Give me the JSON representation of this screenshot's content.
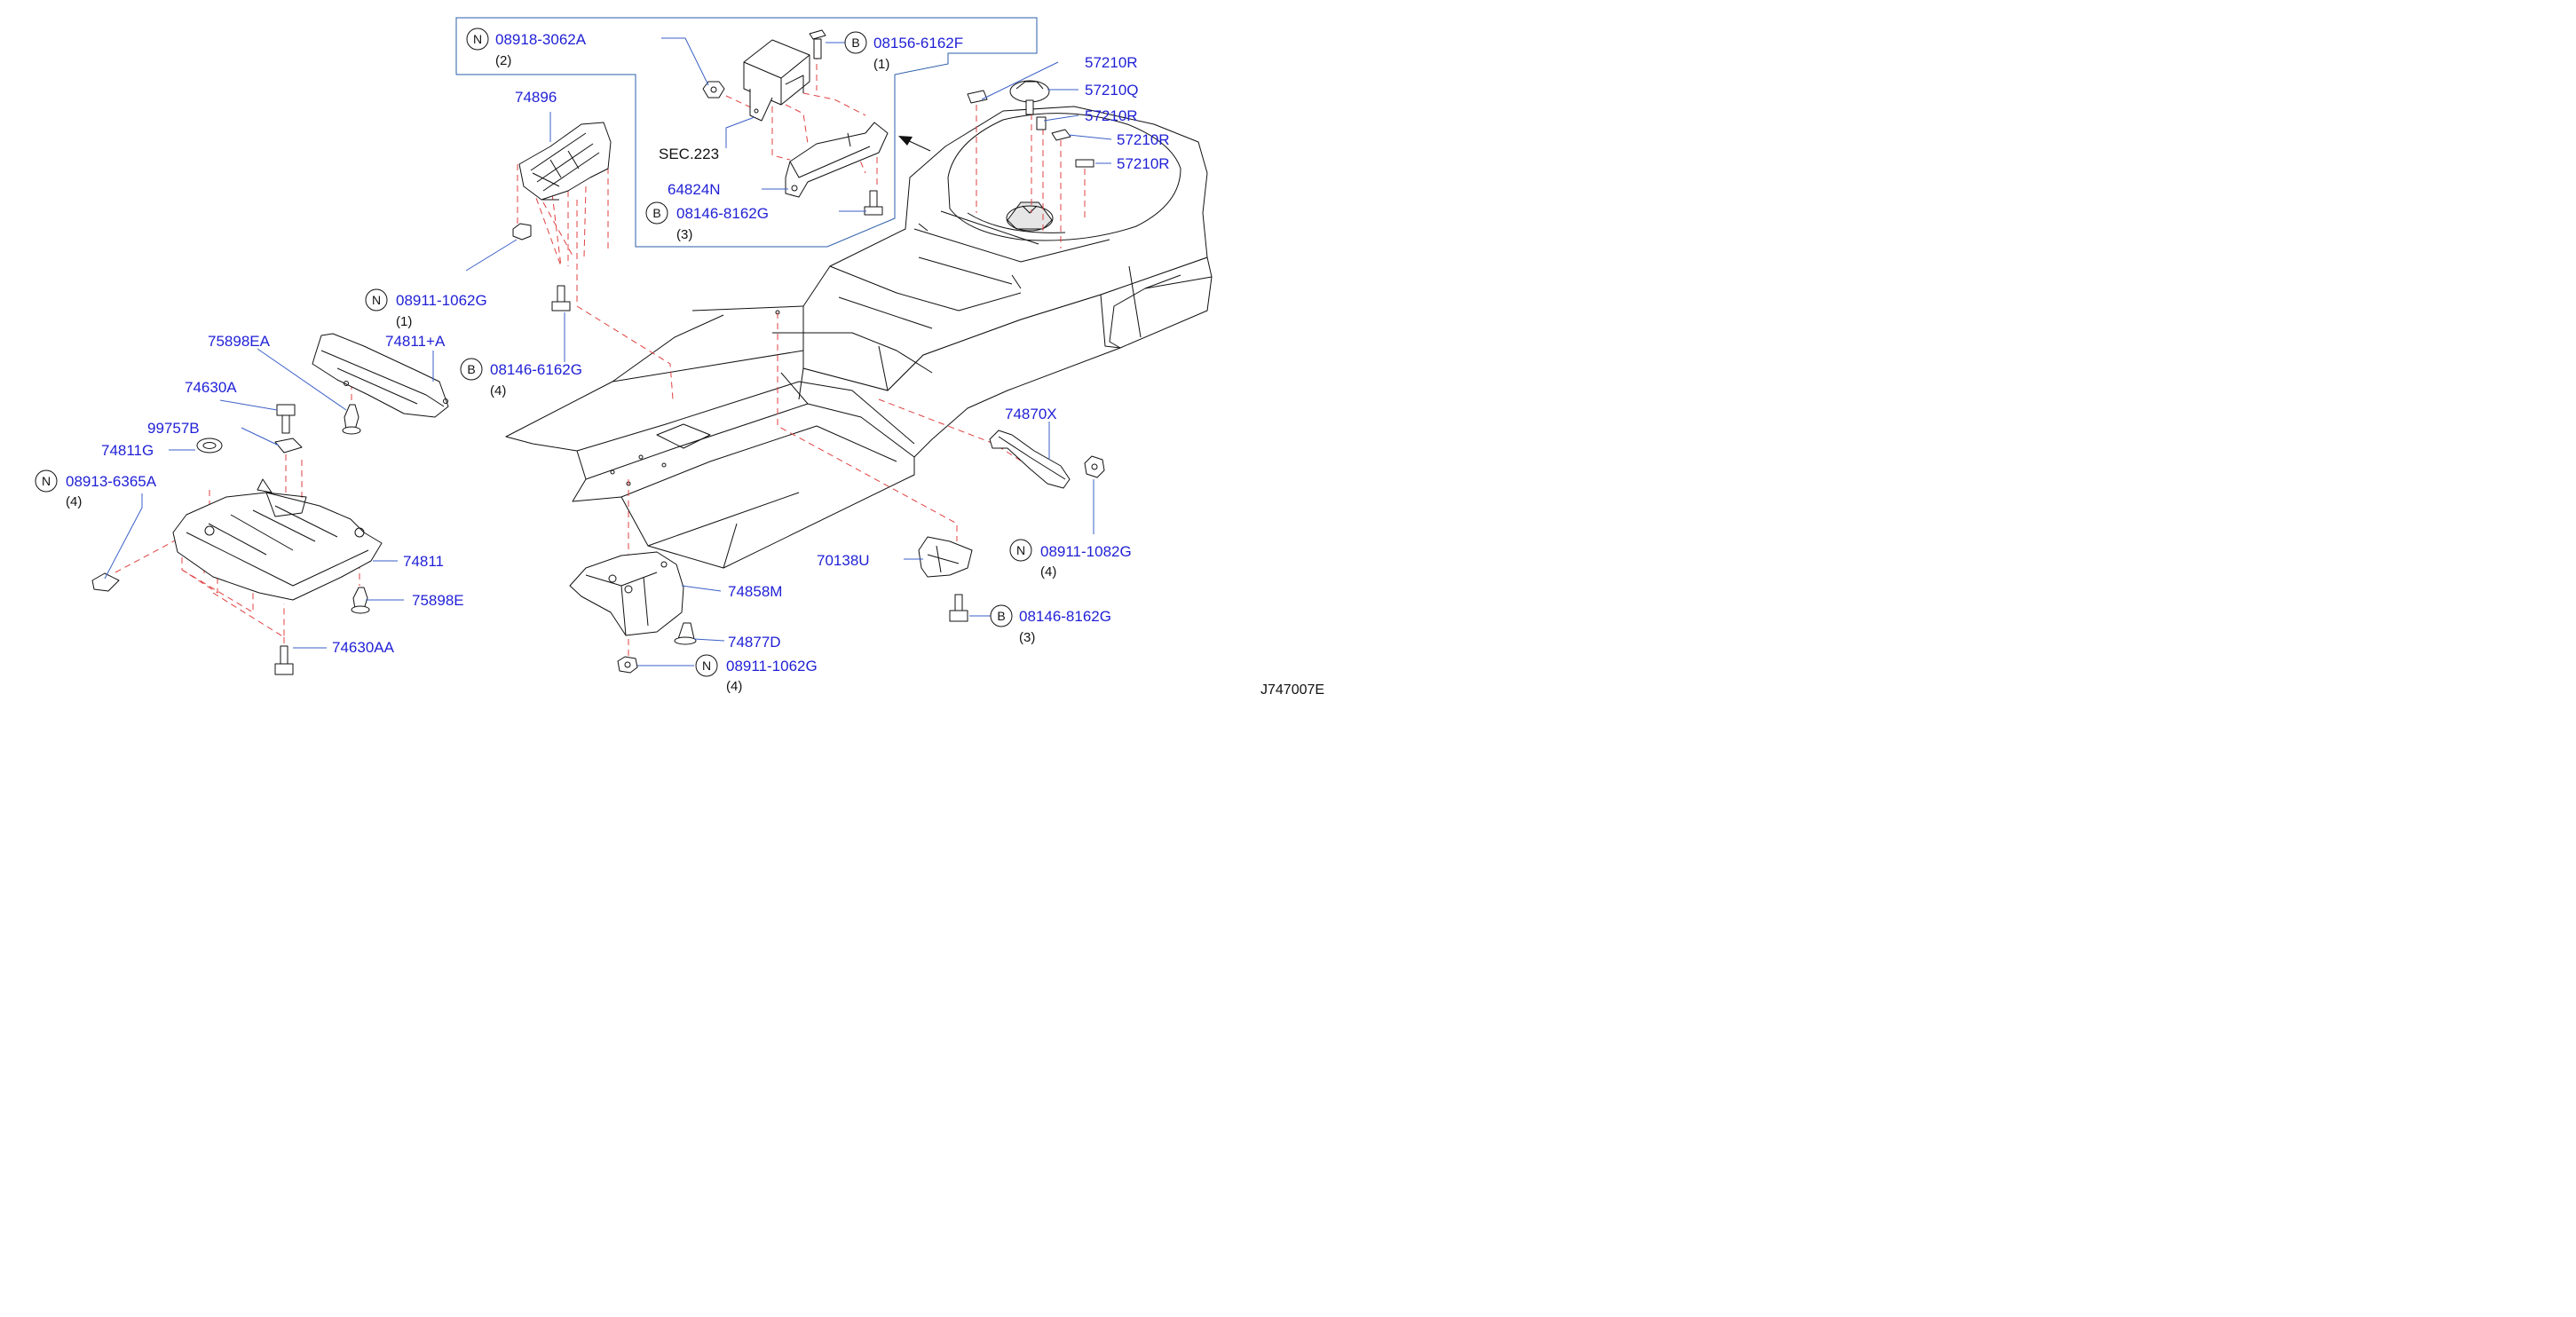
{
  "labels": {
    "p_08918_3062A": "08918-3062A",
    "q_2a": "(2)",
    "p_08156_6162F": "08156-6162F",
    "q_1a": "(1)",
    "p_74896": "74896",
    "p_sec223": "SEC.223",
    "p_64824N": "64824N",
    "p_08146_8162G_a": "08146-8162G",
    "q_3a": "(3)",
    "p_57210R_1": "57210R",
    "p_57210Q": "57210Q",
    "p_57210R_2": "57210R",
    "p_57210R_3": "57210R",
    "p_57210R_4": "57210R",
    "p_08911_1062G_a": "08911-1062G",
    "q_1b": "(1)",
    "p_75898EA": "75898EA",
    "p_74811A": "74811+A",
    "p_08146_6162G": "08146-6162G",
    "q_4a": "(4)",
    "p_74630A": "74630A",
    "p_99757B": "99757B",
    "p_74811G": "74811G",
    "p_08913_6365A": "08913-6365A",
    "q_4b": "(4)",
    "p_74811": "74811",
    "p_75898E": "75898E",
    "p_74630AA": "74630AA",
    "p_74858M": "74858M",
    "p_74877D": "74877D",
    "p_08911_1062G_b": "08911-1062G",
    "q_4c": "(4)",
    "p_70138U": "70138U",
    "p_08146_8162G_b": "08146-8162G",
    "q_3b": "(3)",
    "p_74870X": "74870X",
    "p_08911_1082G": "08911-1082G",
    "q_4d": "(4)",
    "diagram_code": "J747007E"
  },
  "badges": {
    "b1": "N",
    "b2": "B",
    "b3": "B",
    "b4": "N",
    "b5": "B",
    "b6": "N",
    "b7": "N",
    "b8": "B",
    "b9": "N"
  },
  "colors": {
    "part_number": "#1f1fd6",
    "leader": "#3a5fc8",
    "phantom_line": "#e04040",
    "outline": "#111111"
  }
}
